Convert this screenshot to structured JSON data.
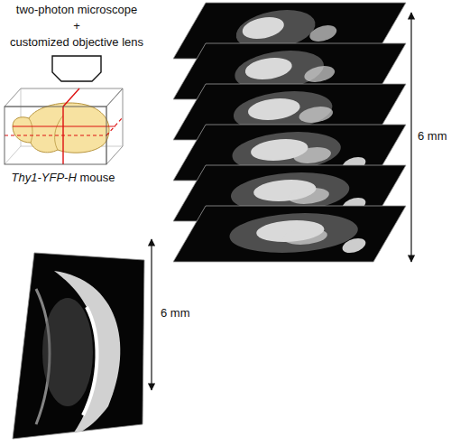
{
  "diagram": {
    "labels": [
      "two-photon microscope",
      "+",
      "customized objective lens",
      "Thy1-YFP-H mouse",
      "6 mm",
      "6 mm"
    ]
  }
}
